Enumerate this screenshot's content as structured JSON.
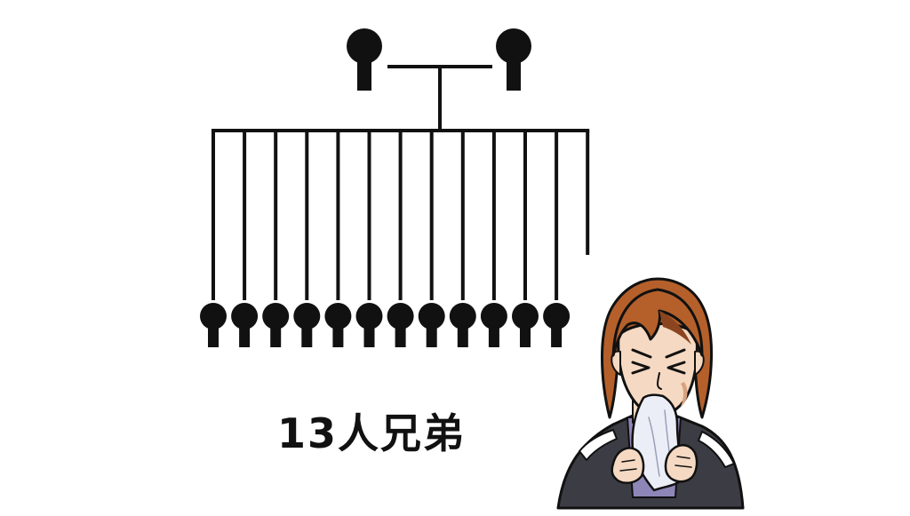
{
  "diagram": {
    "type": "family-tree",
    "parents_count": 2,
    "children_count": 13,
    "children_drawn_as_figures": 12,
    "caption": "13人兄弟"
  },
  "colors": {
    "ink": "#111111",
    "background": "#ffffff",
    "hair": "#b5602b",
    "hair_shadow": "#8a4520",
    "skin": "#f5d9c2",
    "skin_shadow": "#d9a27e",
    "jacket": "#3c3c44",
    "shirt": "#8f86b8",
    "tissue": "#eceef7"
  },
  "illustration": {
    "subject": "crying-person-with-tissue"
  }
}
